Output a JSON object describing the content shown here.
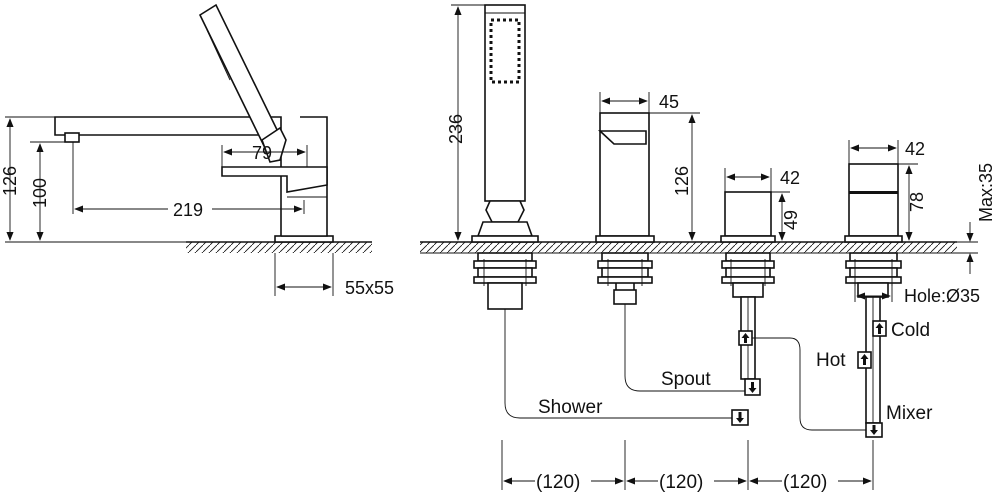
{
  "dimensions": {
    "height_total": "126",
    "spout_height": "100",
    "handle_width": "79",
    "spout_reach": "219",
    "base_size": "55x55",
    "shower_height": "236",
    "spout_width": "45",
    "spout_body_height": "126",
    "mixer_width": "42",
    "mixer_height": "49",
    "diverter_width": "42",
    "diverter_height": "78",
    "max_deck": "Max:35",
    "hole": "Hole:Ø35",
    "spacing_1": "(120)",
    "spacing_2": "(120)",
    "spacing_3": "(120)"
  },
  "labels": {
    "shower": "Shower",
    "spout": "Spout",
    "hot": "Hot",
    "cold": "Cold",
    "mixer": "Mixer"
  }
}
